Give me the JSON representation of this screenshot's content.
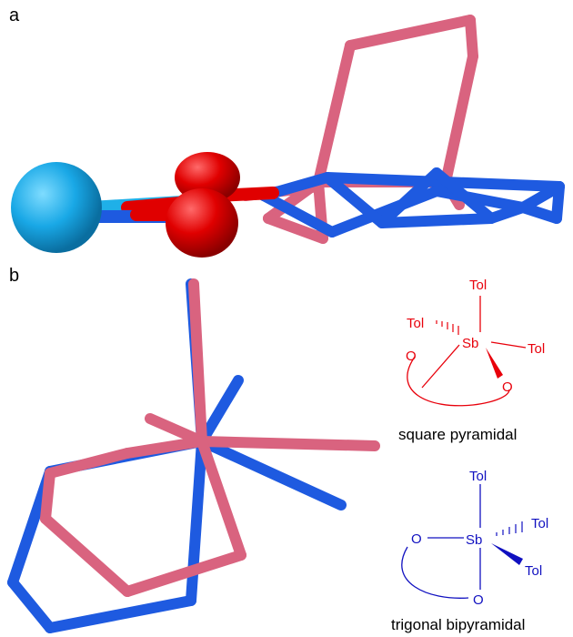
{
  "panels": {
    "a": {
      "label": "a"
    },
    "b": {
      "label": "b"
    }
  },
  "structures": {
    "square": {
      "caption": "square pyramidal",
      "color": "#e8000b",
      "center": "Sb",
      "top": "Tol",
      "left": "Tol",
      "right": "Tol",
      "oxygen_left": "O",
      "oxygen_right": "O"
    },
    "trigonal": {
      "caption": "trigonal bipyramidal",
      "color": "#1010c0",
      "center": "Sb",
      "top": "Tol",
      "upper_right": "Tol",
      "lower_right": "Tol",
      "oxygen_left": "O",
      "oxygen_bottom": "O"
    }
  },
  "model_colors": {
    "pink": "#d9637f",
    "blue": "#1e5ae0",
    "red_atom": "#e00000",
    "cyan_atom": "#1fb0e8"
  }
}
